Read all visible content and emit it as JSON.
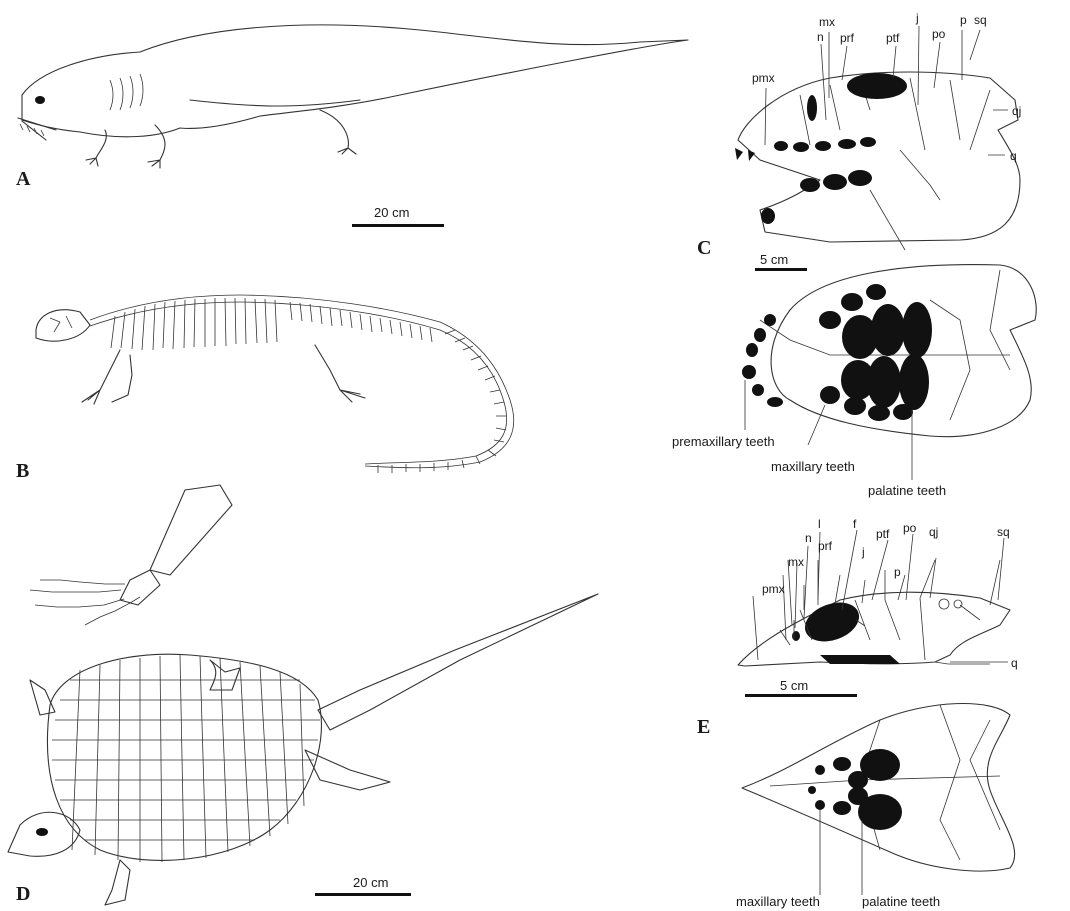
{
  "panels": {
    "A": {
      "label": "A",
      "scale": "20 cm"
    },
    "B": {
      "label": "B"
    },
    "C": {
      "label": "C",
      "scale": "5 cm",
      "lateral_labels": [
        "pmx",
        "mx",
        "n",
        "prf",
        "ptf",
        "j",
        "po",
        "p",
        "sq",
        "qj",
        "q"
      ],
      "ventral_labels": [
        "premaxillary teeth",
        "maxillary teeth",
        "palatine teeth"
      ]
    },
    "D": {
      "label": "D",
      "scale": "20 cm"
    },
    "E": {
      "label": "E",
      "scale": "5 cm",
      "lateral_labels": [
        "l",
        "f",
        "ptf",
        "po",
        "qj",
        "sq",
        "n",
        "prf",
        "j",
        "p",
        "mx",
        "pmx",
        "q"
      ],
      "ventral_labels": [
        "maxillary teeth",
        "palatine teeth"
      ]
    }
  },
  "colors": {
    "line": "#333333",
    "fill": "#111111",
    "background": "#ffffff"
  }
}
